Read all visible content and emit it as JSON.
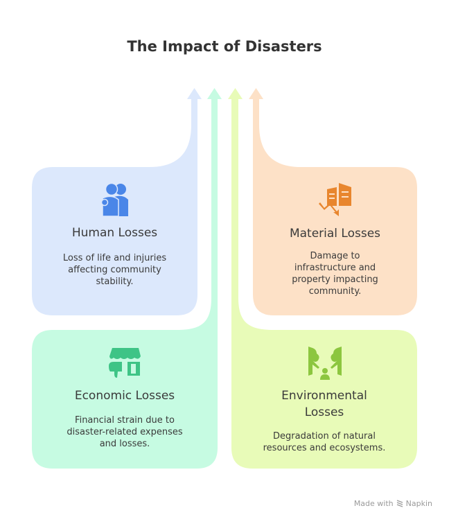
{
  "title": "The Impact of Disasters",
  "colors": {
    "human_bg": "#dce8fc",
    "human_icon": "#4a86e8",
    "material_bg": "#fde1c7",
    "material_icon": "#e8862e",
    "economic_bg": "#c6fbe2",
    "economic_icon": "#3ec486",
    "environmental_bg": "#e8fbb8",
    "environmental_icon": "#8cc63f"
  },
  "cards": {
    "human": {
      "title": "Human Losses",
      "desc": [
        "Loss of life and injuries",
        "affecting community",
        "stability."
      ],
      "icon": "people-icon"
    },
    "material": {
      "title": "Material Losses",
      "desc": [
        "Damage to",
        "infrastructure and",
        "property impacting",
        "community."
      ],
      "icon": "buildings-decline-icon"
    },
    "economic": {
      "title": "Economic Losses",
      "desc": [
        "Financial strain due to",
        "disaster-related expenses",
        "and losses."
      ],
      "icon": "store-thumbs-down-icon"
    },
    "environmental": {
      "title": [
        "Environmental",
        "Losses"
      ],
      "desc": [
        "Degradation of natural",
        "resources and ecosystems."
      ],
      "icon": "trees-person-icon"
    }
  },
  "footer": {
    "made_with": "Made with",
    "brand": "Napkin"
  }
}
